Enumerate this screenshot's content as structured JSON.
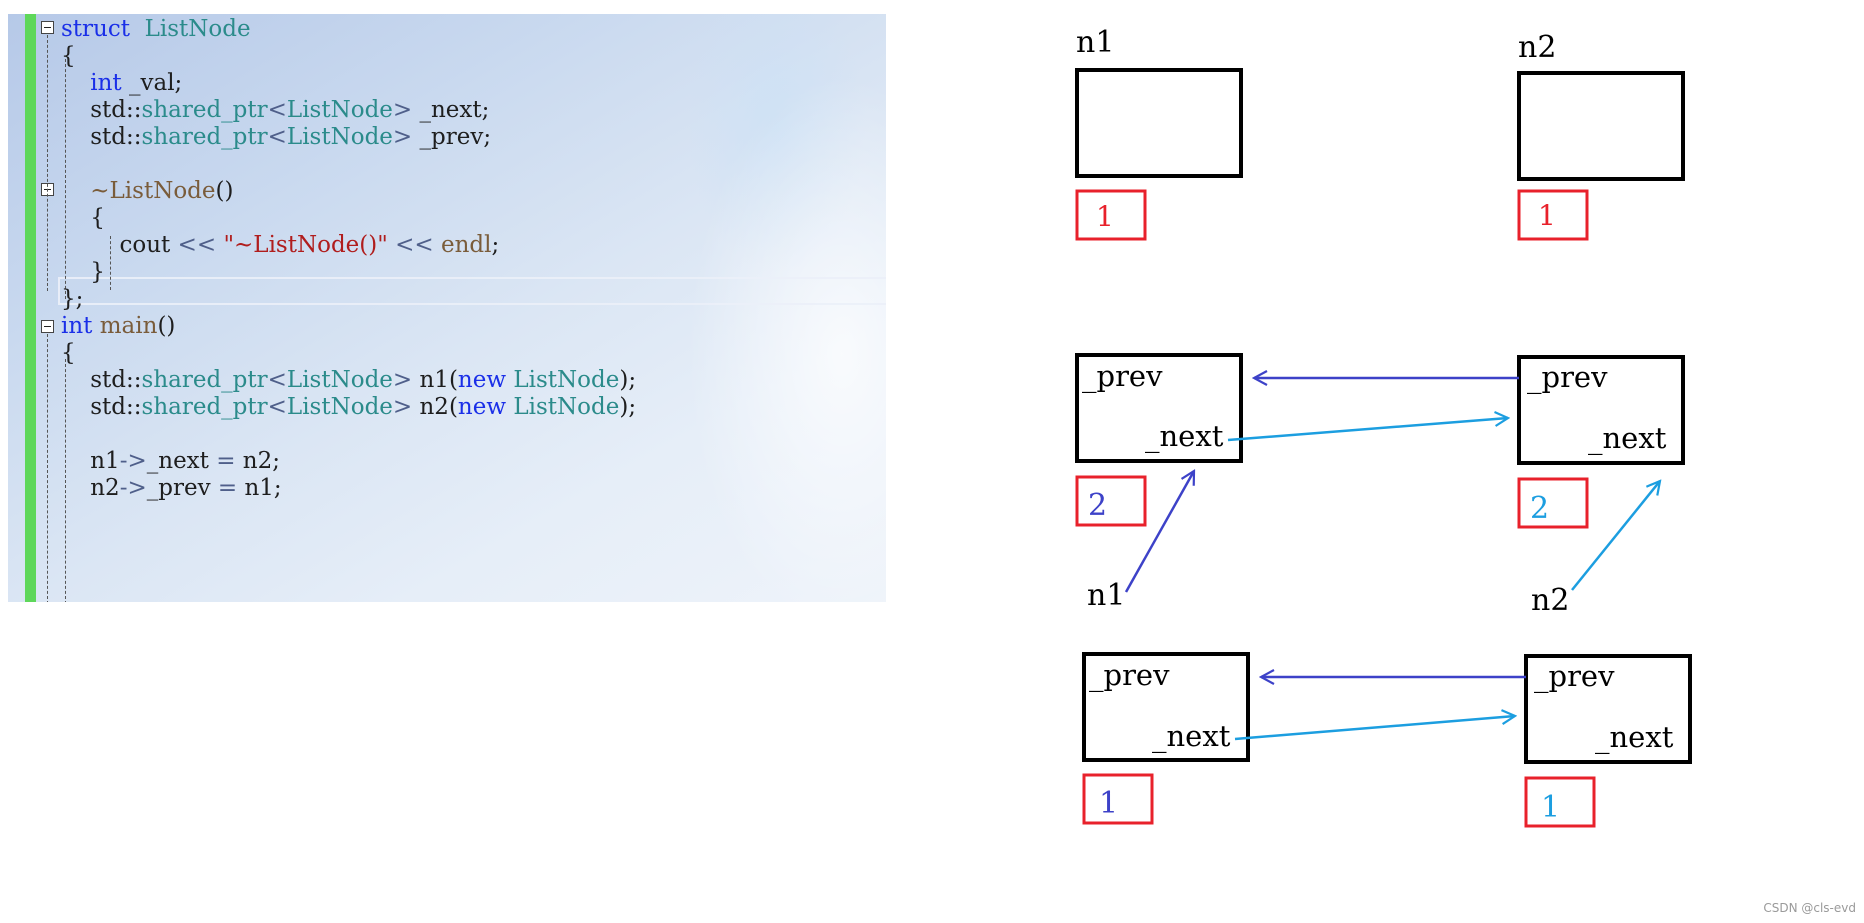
{
  "editor": {
    "lines": [
      [
        [
          "kw",
          "struct"
        ],
        [
          "",
          "  "
        ],
        [
          "typ",
          "ListNode"
        ]
      ],
      [
        [
          "",
          "{"
        ]
      ],
      [
        [
          "",
          "    "
        ],
        [
          "kw",
          "int"
        ],
        [
          "",
          " _val;"
        ]
      ],
      [
        [
          "",
          "    std::"
        ],
        [
          "typ",
          "shared_ptr"
        ],
        [
          "op",
          "<"
        ],
        [
          "typ",
          "ListNode"
        ],
        [
          "op",
          ">"
        ],
        [
          "",
          " _next;"
        ]
      ],
      [
        [
          "",
          "    std::"
        ],
        [
          "typ",
          "shared_ptr"
        ],
        [
          "op",
          "<"
        ],
        [
          "typ",
          "ListNode"
        ],
        [
          "op",
          ">"
        ],
        [
          "",
          " _prev;"
        ]
      ],
      [
        [
          "",
          ""
        ]
      ],
      [
        [
          "",
          "    "
        ],
        [
          "fn",
          "~ListNode"
        ],
        [
          "",
          "()"
        ]
      ],
      [
        [
          "",
          "    {"
        ]
      ],
      [
        [
          "",
          "        cout "
        ],
        [
          "op",
          "<<"
        ],
        [
          "",
          " "
        ],
        [
          "str",
          "\"~ListNode()\""
        ],
        [
          "",
          " "
        ],
        [
          "op",
          "<<"
        ],
        [
          "",
          " "
        ],
        [
          "fn",
          "endl"
        ],
        [
          "",
          ";"
        ]
      ],
      [
        [
          "",
          "    }"
        ]
      ],
      [
        [
          "",
          "};"
        ]
      ],
      [
        [
          "kw",
          "int"
        ],
        [
          "",
          " "
        ],
        [
          "fn",
          "main"
        ],
        [
          "",
          "()"
        ]
      ],
      [
        [
          "",
          "{"
        ]
      ],
      [
        [
          "",
          "    std::"
        ],
        [
          "typ",
          "shared_ptr"
        ],
        [
          "op",
          "<"
        ],
        [
          "typ",
          "ListNode"
        ],
        [
          "op",
          ">"
        ],
        [
          "",
          " n1("
        ],
        [
          "kw",
          "new"
        ],
        [
          "",
          " "
        ],
        [
          "typ",
          "ListNode"
        ],
        [
          "",
          ");"
        ]
      ],
      [
        [
          "",
          "    std::"
        ],
        [
          "typ",
          "shared_ptr"
        ],
        [
          "op",
          "<"
        ],
        [
          "typ",
          "ListNode"
        ],
        [
          "op",
          ">"
        ],
        [
          "",
          " n2("
        ],
        [
          "kw",
          "new"
        ],
        [
          "",
          " "
        ],
        [
          "typ",
          "ListNode"
        ],
        [
          "",
          ");"
        ]
      ],
      [
        [
          "",
          ""
        ]
      ],
      [
        [
          "",
          "    n1"
        ],
        [
          "op",
          "->"
        ],
        [
          "",
          "_next "
        ],
        [
          "op",
          "="
        ],
        [
          "",
          " n2;"
        ]
      ],
      [
        [
          "",
          "    n2"
        ],
        [
          "op",
          "->"
        ],
        [
          "",
          "_prev "
        ],
        [
          "op",
          "="
        ],
        [
          "",
          " n1;"
        ]
      ]
    ]
  },
  "diagram": {
    "stage1": {
      "left_name": "n1",
      "right_name": "n2",
      "left_count": "1",
      "right_count": "1"
    },
    "stage2": {
      "prev_label": "_prev",
      "next_label": "_next",
      "left_count": "2",
      "right_count": "2",
      "left_pointer": "n1",
      "right_pointer": "n2"
    },
    "stage3": {
      "prev_label": "_prev",
      "next_label": "_next",
      "left_count": "1",
      "right_count": "1"
    },
    "colors": {
      "box_border": "#000000",
      "count_border": "#e8212b",
      "count_text_red": "#e8212b",
      "dark_blue": "#3d42c8",
      "light_blue": "#1c9ee0"
    }
  },
  "watermark": "CSDN @cls-evd"
}
